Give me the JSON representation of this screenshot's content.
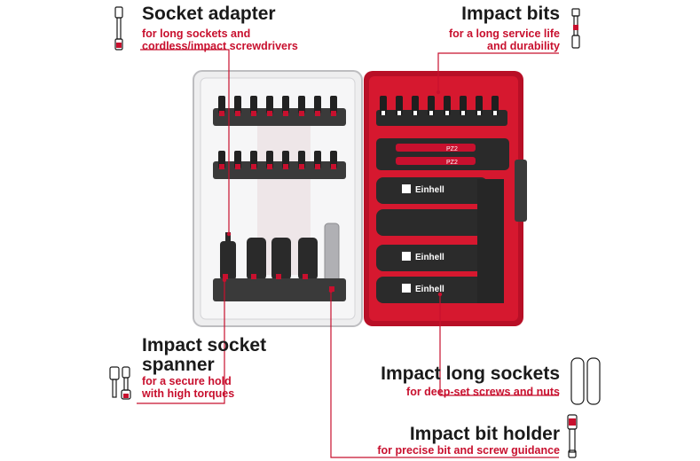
{
  "callouts": {
    "socket_adapter": {
      "title": "Socket adapter",
      "subtitle_line1": "for long sockets and",
      "subtitle_line2": "cordless/impact screwdrivers"
    },
    "impact_bits": {
      "title": "Impact bits",
      "subtitle_line1": "for a long service life",
      "subtitle_line2": "and durability"
    },
    "impact_socket_spanner": {
      "title_line1": "Impact socket",
      "title_line2": "spanner",
      "subtitle_line1": "for a secure hold",
      "subtitle_line2": "with high torques"
    },
    "impact_long_sockets": {
      "title": "Impact long sockets",
      "subtitle": "for deep-set screws and nuts"
    },
    "impact_bit_holder": {
      "title": "Impact bit holder",
      "subtitle": "for precise bit and screw guidance"
    }
  },
  "product": {
    "brand_label": "Einhell",
    "bit_labels": [
      "PZ2",
      "PZ2"
    ]
  },
  "colors": {
    "accent": "#c8102e",
    "text_dark": "#1a1a1a",
    "case_red": "#c8102e",
    "case_clear": "#e9e9eb",
    "dark_part": "#2a2a2a"
  }
}
